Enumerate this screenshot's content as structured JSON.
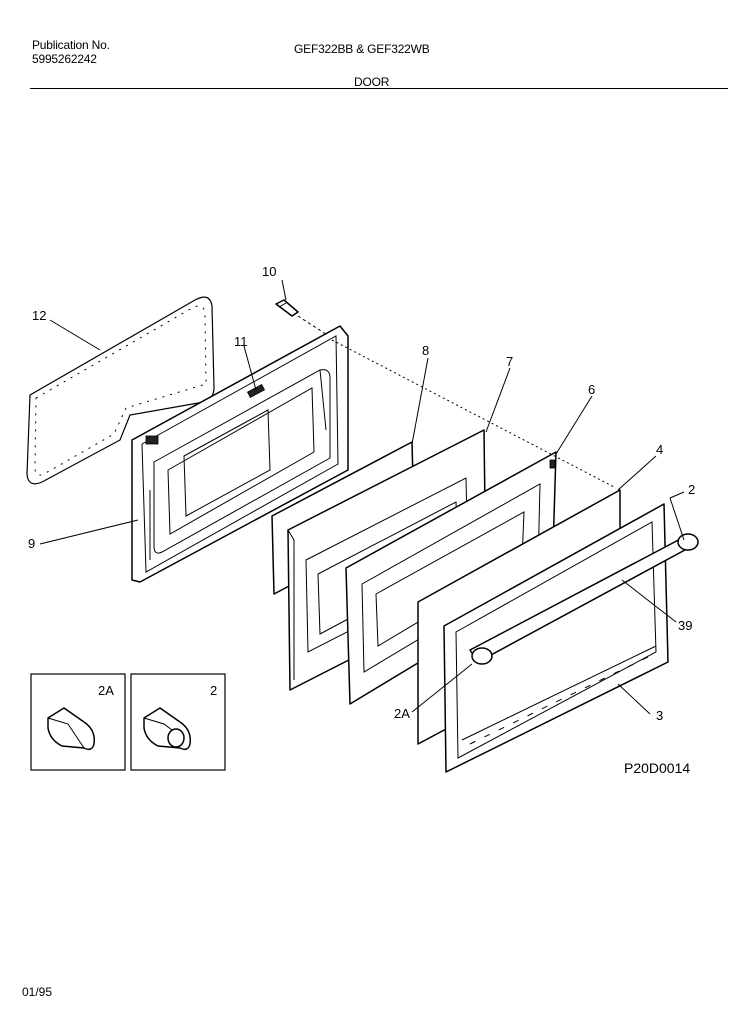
{
  "header": {
    "publication_label": "Publication No.",
    "publication_number": "5995262242",
    "models": "GEF322BB & GEF322WB",
    "section": "DOOR"
  },
  "callouts": {
    "c10": "10",
    "c12": "12",
    "c11": "11",
    "c8": "8",
    "c7": "7",
    "c6": "6",
    "c4": "4",
    "c2": "2",
    "c9": "9",
    "c39": "39",
    "c2A": "2A",
    "c3": "3"
  },
  "insets": {
    "left_label": "2A",
    "right_label": "2"
  },
  "diagram_code": "P20D0014",
  "date": "01/95"
}
